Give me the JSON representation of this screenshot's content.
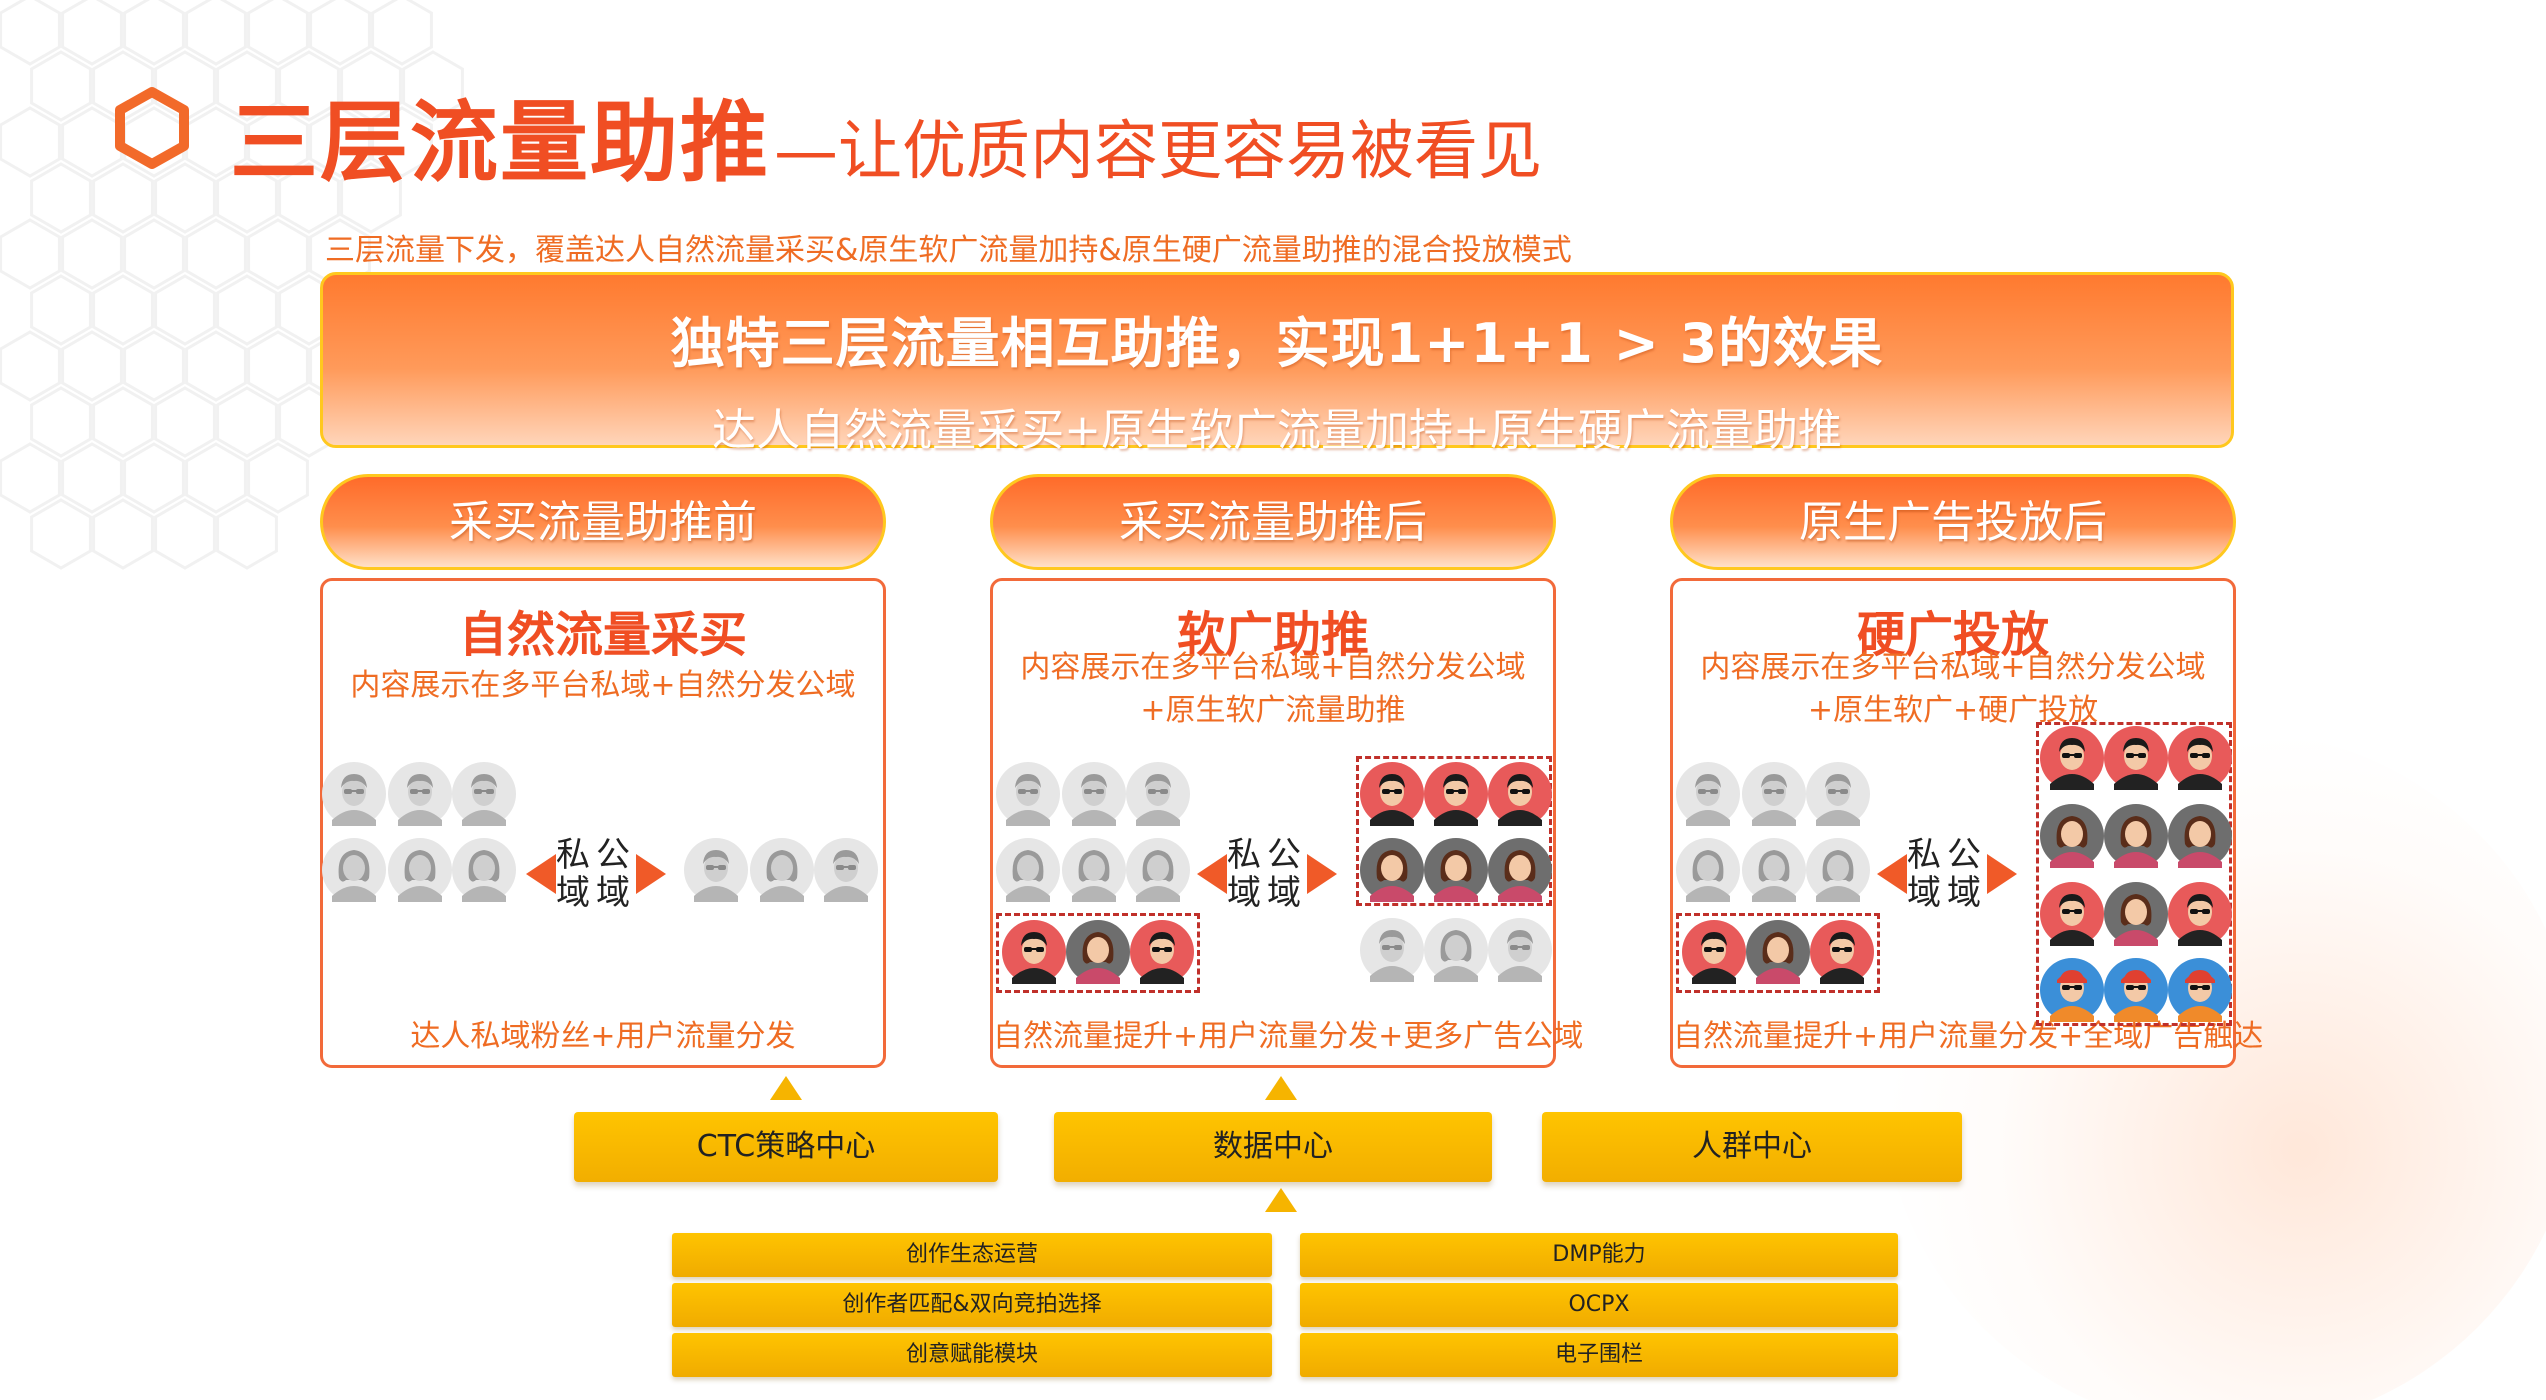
{
  "title": {
    "main": "三层流量助推",
    "sub": "—让优质内容更容易被看见"
  },
  "subtitle": "三层流量下发，覆盖达人自然流量采买&原生软广流量加持&原生硬广流量助推的混合投放模式",
  "banner": {
    "line1": "独特三层流量相互助推，实现1+1+1 > 3的效果",
    "line2": "达人自然流量采买+原生软广流量加持+原生硬广流量助推"
  },
  "columns": [
    {
      "header": "采买流量助推前",
      "title": "自然流量采买",
      "desc": "内容展示在多平台私域+自然分发公域",
      "desc2": "",
      "footer": "达人私域粉丝+用户流量分发",
      "mid_label": "私公域域"
    },
    {
      "header": "采买流量助推后",
      "title": "软广助推",
      "desc": "内容展示在多平台私域+自然分发公域",
      "desc2": "+原生软广流量助推",
      "footer": "自然流量提升+用户流量分发+更多广告公域",
      "mid_label": "私公域域"
    },
    {
      "header": "原生广告投放后",
      "title": "硬广投放",
      "desc": "内容展示在多平台私域+自然分发公域",
      "desc2": "+原生软广+硬广投放",
      "footer": "自然流量提升+用户流量分发+全域广告触达",
      "mid_label": "私公域域"
    }
  ],
  "centers": [
    "CTC策略中心",
    "数据中心",
    "人群中心"
  ],
  "capabilities_left": [
    "创作生态运营",
    "创作者匹配&双向竞拍选择",
    "创意赋能模块"
  ],
  "capabilities_right": [
    "DMP能力",
    "OCPX",
    "电子围栏"
  ],
  "colors": {
    "accent": "#f04e23",
    "gold": "#ffc400",
    "dash": "#c0302a"
  },
  "icons": [
    "hexagon-logo-icon",
    "male-avatar-icon",
    "female-avatar-icon",
    "worker-avatar-icon"
  ]
}
